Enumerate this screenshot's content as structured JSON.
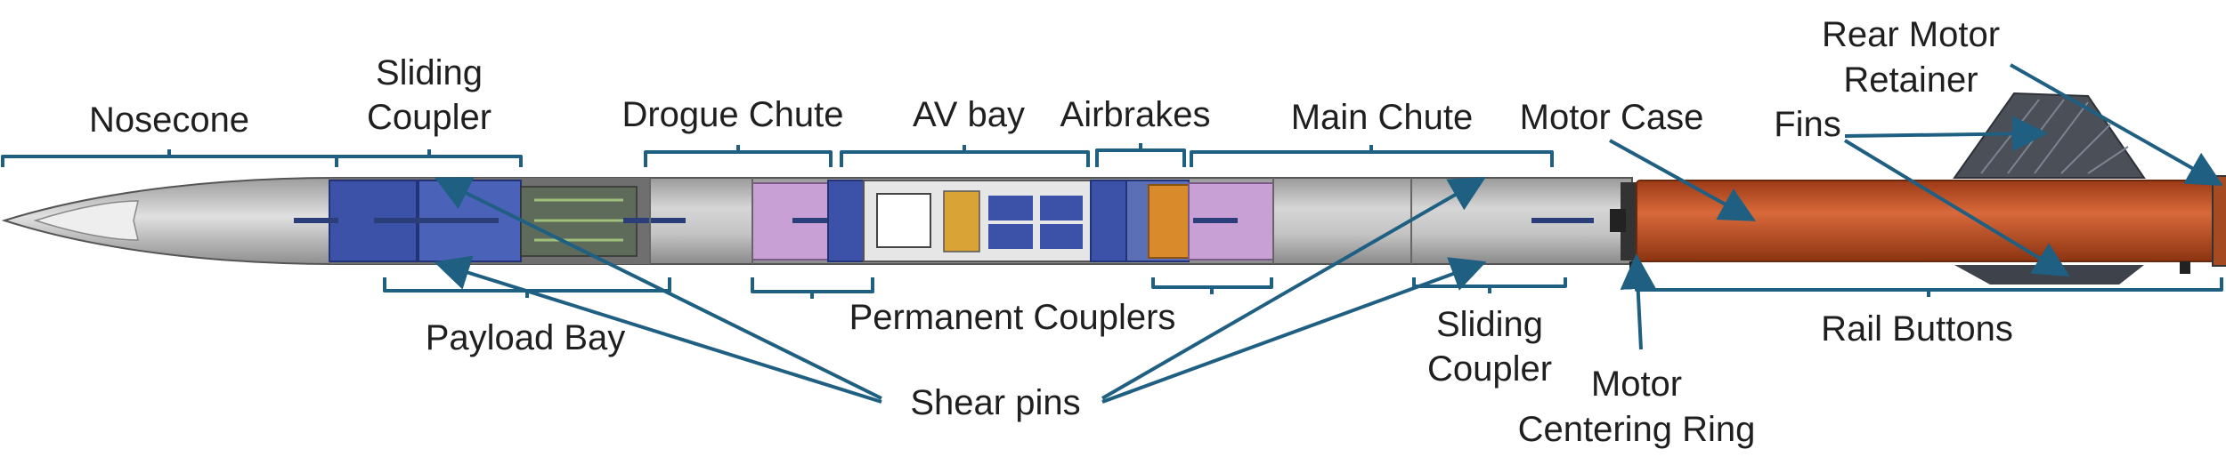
{
  "diagram": {
    "labels": {
      "nosecone": "Nosecone",
      "sliding_coupler_top_1": "Sliding",
      "sliding_coupler_top_2": "Coupler",
      "drogue_chute": "Drogue Chute",
      "av_bay": "AV bay",
      "airbrakes": "Airbrakes",
      "main_chute": "Main Chute",
      "motor_case": "Motor Case",
      "rear_motor_retainer_1": "Rear Motor",
      "rear_motor_retainer_2": "Retainer",
      "fins": "Fins",
      "payload_bay": "Payload Bay",
      "permanent_couplers": "Permanent Couplers",
      "shear_pins": "Shear pins",
      "sliding_coupler_bottom_1": "Sliding",
      "sliding_coupler_bottom_2": "Coupler",
      "motor_centering_ring_1": "Motor",
      "motor_centering_ring_2": "Centering Ring",
      "rail_buttons": "Rail Buttons"
    },
    "colors": {
      "annotation": "#1f5f82",
      "airframe": "#b9b9b9",
      "coupler_blue": "#3b52a8",
      "chute_purple": "#c8a0d6",
      "motor_case": "#c7562a",
      "fin_dark": "#4a4f58",
      "airbrake_orange": "#d98b2b"
    }
  }
}
